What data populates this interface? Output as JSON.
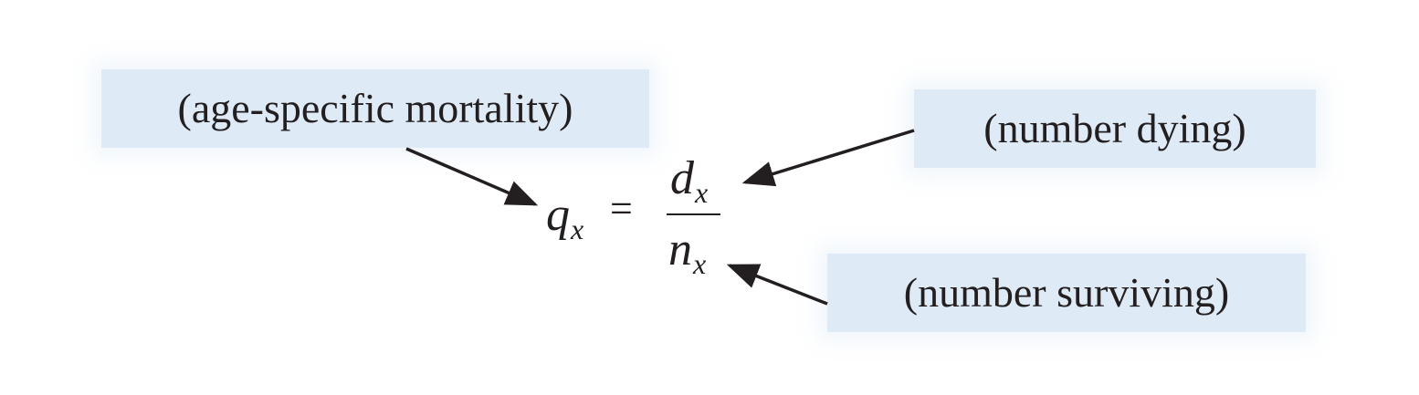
{
  "labels": {
    "mortality": "(age-specific mortality)",
    "dying": "(number dying)",
    "surviving": "(number surviving)"
  },
  "equation": {
    "lhs_var": "q",
    "lhs_sub": "x",
    "equals": "=",
    "num_var": "d",
    "num_sub": "x",
    "den_var": "n",
    "den_sub": "x"
  },
  "colors": {
    "box_fill": "#deeaf6",
    "text": "#231f20",
    "arrow": "#231f20"
  }
}
